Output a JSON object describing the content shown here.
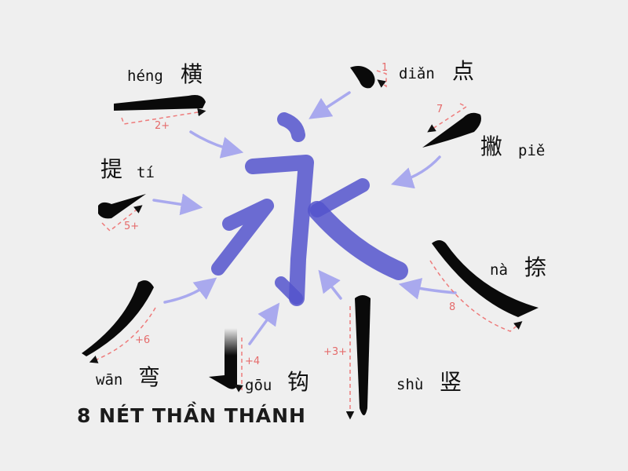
{
  "title": "8 NÉT THẦN THÁNH",
  "center_character": "永",
  "colors": {
    "ink": "#0a0a0a",
    "guide": "#ee7b7b",
    "arrow": "#a9a9ee",
    "character": "#5454cc",
    "background": "#efefef"
  },
  "strokes": {
    "heng": {
      "pinyin": "héng",
      "hanzi": "横",
      "order": "2+"
    },
    "dian": {
      "pinyin": "diǎn",
      "hanzi": "点",
      "order": "1"
    },
    "pie": {
      "pinyin": "piě",
      "hanzi": "撇",
      "order": "7"
    },
    "ti": {
      "pinyin": "tí",
      "hanzi": "提",
      "order": "5+"
    },
    "na": {
      "pinyin": "nà",
      "hanzi": "捺",
      "order": "8"
    },
    "wan": {
      "pinyin": "wān",
      "hanzi": "弯",
      "order": "+6"
    },
    "gou": {
      "pinyin": "gōu",
      "hanzi": "钩",
      "order": "+4"
    },
    "shu": {
      "pinyin": "shù",
      "hanzi": "竖",
      "order": "+3+"
    }
  }
}
